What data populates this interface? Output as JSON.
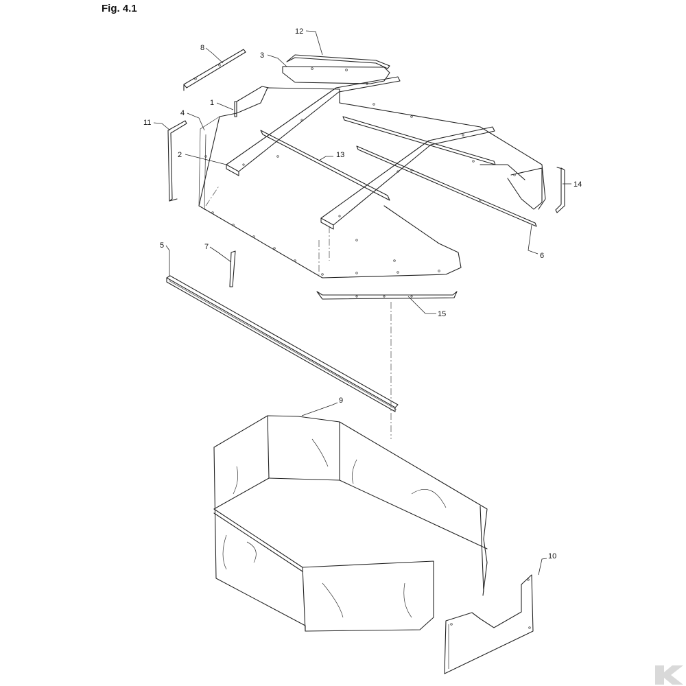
{
  "figure": {
    "title": "Fig. 4.1"
  },
  "callouts": [
    {
      "id": "c1",
      "label": "1"
    },
    {
      "id": "c2",
      "label": "2"
    },
    {
      "id": "c3",
      "label": "3"
    },
    {
      "id": "c4",
      "label": "4"
    },
    {
      "id": "c5",
      "label": "5"
    },
    {
      "id": "c6",
      "label": "6"
    },
    {
      "id": "c7",
      "label": "7"
    },
    {
      "id": "c8",
      "label": "8"
    },
    {
      "id": "c9",
      "label": "9"
    },
    {
      "id": "c10",
      "label": "10"
    },
    {
      "id": "c11",
      "label": "11"
    },
    {
      "id": "c12",
      "label": "12"
    },
    {
      "id": "c13",
      "label": "13"
    },
    {
      "id": "c14",
      "label": "14"
    },
    {
      "id": "c15",
      "label": "15"
    }
  ],
  "watermark": {
    "icon": "brand-k-logo-icon",
    "color": "#d9d9d9"
  }
}
